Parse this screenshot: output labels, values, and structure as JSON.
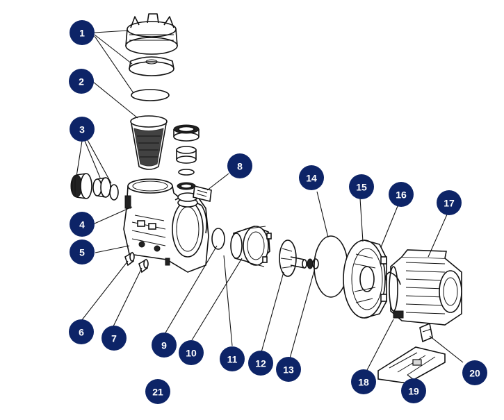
{
  "diagram": {
    "badge_color": "#0d2467",
    "badge_text_color": "#ffffff",
    "callouts": [
      {
        "id": "1",
        "label": "1"
      },
      {
        "id": "2",
        "label": "2"
      },
      {
        "id": "3",
        "label": "3"
      },
      {
        "id": "4",
        "label": "4"
      },
      {
        "id": "5",
        "label": "5"
      },
      {
        "id": "6",
        "label": "6"
      },
      {
        "id": "7",
        "label": "7"
      },
      {
        "id": "8",
        "label": "8"
      },
      {
        "id": "9",
        "label": "9"
      },
      {
        "id": "10",
        "label": "10"
      },
      {
        "id": "11",
        "label": "11"
      },
      {
        "id": "12",
        "label": "12"
      },
      {
        "id": "13",
        "label": "13"
      },
      {
        "id": "14",
        "label": "14"
      },
      {
        "id": "15",
        "label": "15"
      },
      {
        "id": "16",
        "label": "16"
      },
      {
        "id": "17",
        "label": "17"
      },
      {
        "id": "18",
        "label": "18"
      },
      {
        "id": "19",
        "label": "19"
      },
      {
        "id": "20",
        "label": "20"
      },
      {
        "id": "21",
        "label": "21"
      }
    ]
  }
}
